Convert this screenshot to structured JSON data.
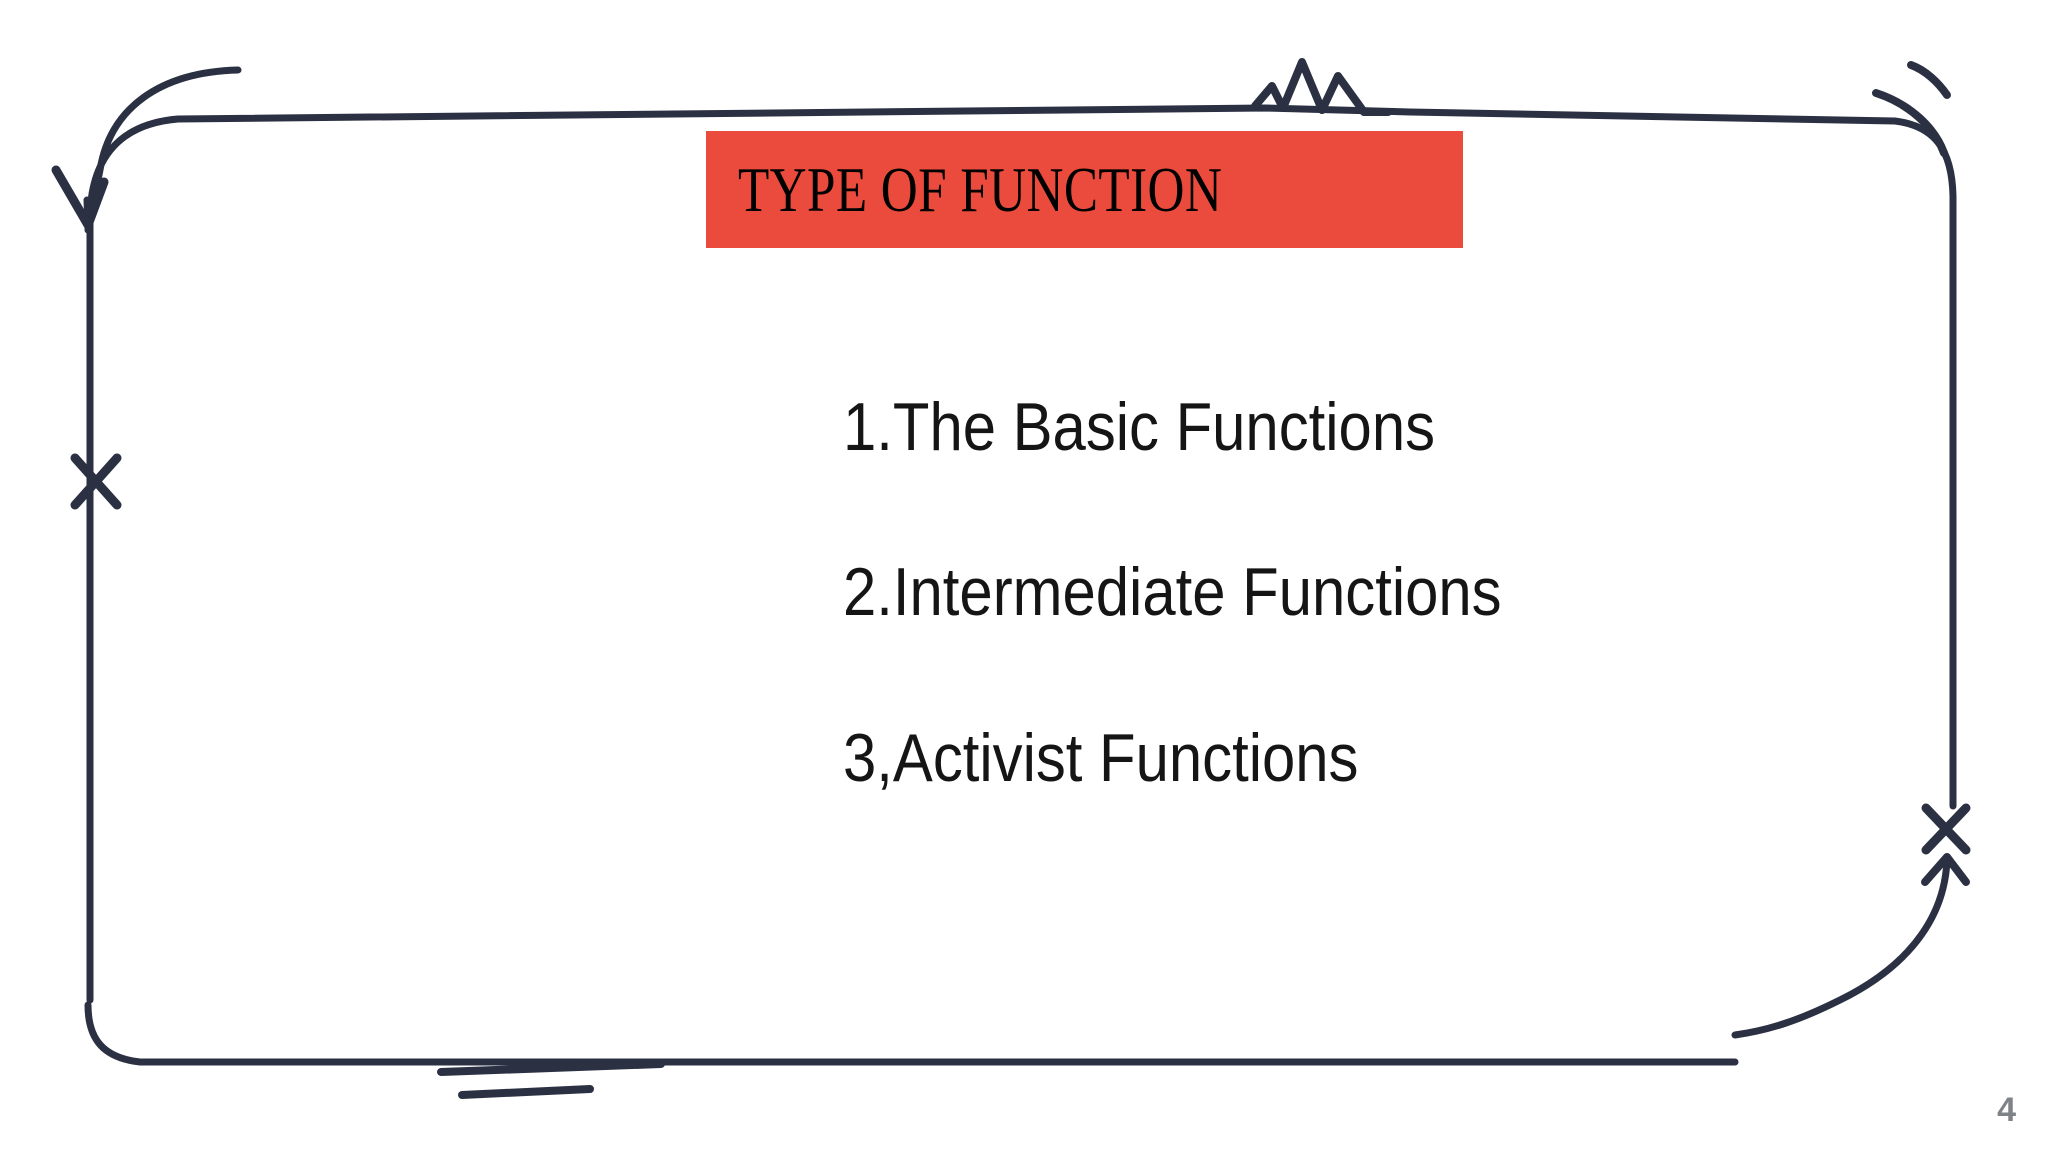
{
  "slide": {
    "background_color": "#FFFFFF",
    "page_number": "4",
    "page_number_color": "#7F8289"
  },
  "title": {
    "text": "TYPE OF FUNCTION",
    "band_color": "#EA4B3C",
    "text_color": "#000000"
  },
  "body": {
    "lines": [
      {
        "text": "1.The Basic Functions"
      },
      {
        "text": "2.Intermediate Functions"
      },
      {
        "text": "3,Activist Functions"
      }
    ]
  },
  "decoration": {
    "stroke_color": "#2B3142",
    "elements": [
      {
        "name": "rounded-frame-outline"
      },
      {
        "name": "top-left-double-curve-arrow"
      },
      {
        "name": "arrow-down-left-head"
      },
      {
        "name": "top-center-zigzag-spikes"
      },
      {
        "name": "top-right-accent-stroke-long"
      },
      {
        "name": "top-right-accent-stroke-short"
      },
      {
        "name": "left-edge-x-mark"
      },
      {
        "name": "right-edge-x-mark"
      },
      {
        "name": "right-edge-up-arrow"
      },
      {
        "name": "bottom-accent-line-long"
      },
      {
        "name": "bottom-accent-line-short"
      }
    ]
  }
}
